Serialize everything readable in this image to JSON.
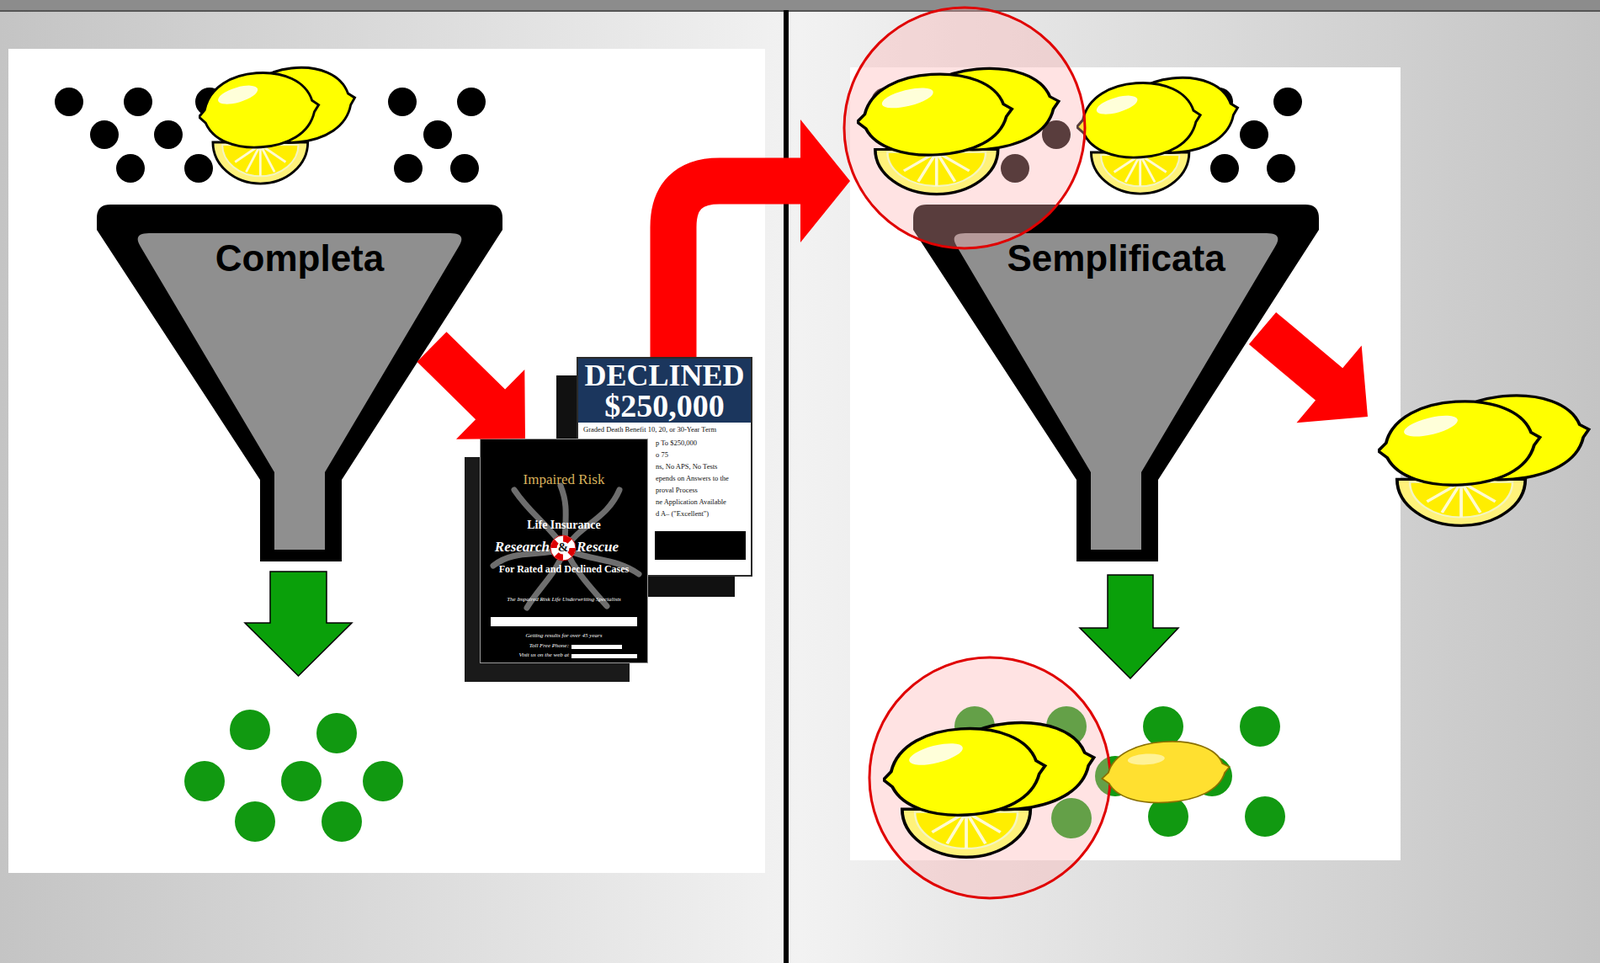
{
  "diagram": {
    "nodes": [
      {
        "text": [
          "Completa"
        ]
      },
      {
        "text": [
          "DECLINED",
          "$250,000",
          "Graded Death Benefit 10, 20, or 30-Year Term",
          "p To $250,000",
          "o 75",
          "ns, No APS, No Tests",
          "epends on Answers to the",
          "proval Process",
          "ne Application Available",
          "d A– (\"Excellent\")"
        ]
      },
      {
        "text": [
          "Impaired Risk",
          "Life Insurance",
          "Research",
          "&",
          "Rescue",
          "For Rated and Declined Cases",
          "The Impaired Risk Life Underwriting Specialists",
          "Getting results for over 45 years",
          "Toll Free Phone:",
          "Visit us on the web at"
        ]
      },
      {
        "text": [
          "Semplificata"
        ]
      }
    ],
    "edges": [
      {
        "from": 0,
        "to": 2,
        "arrow": "to"
      },
      {
        "from": 1,
        "to": 3,
        "arrow": "to"
      }
    ]
  }
}
